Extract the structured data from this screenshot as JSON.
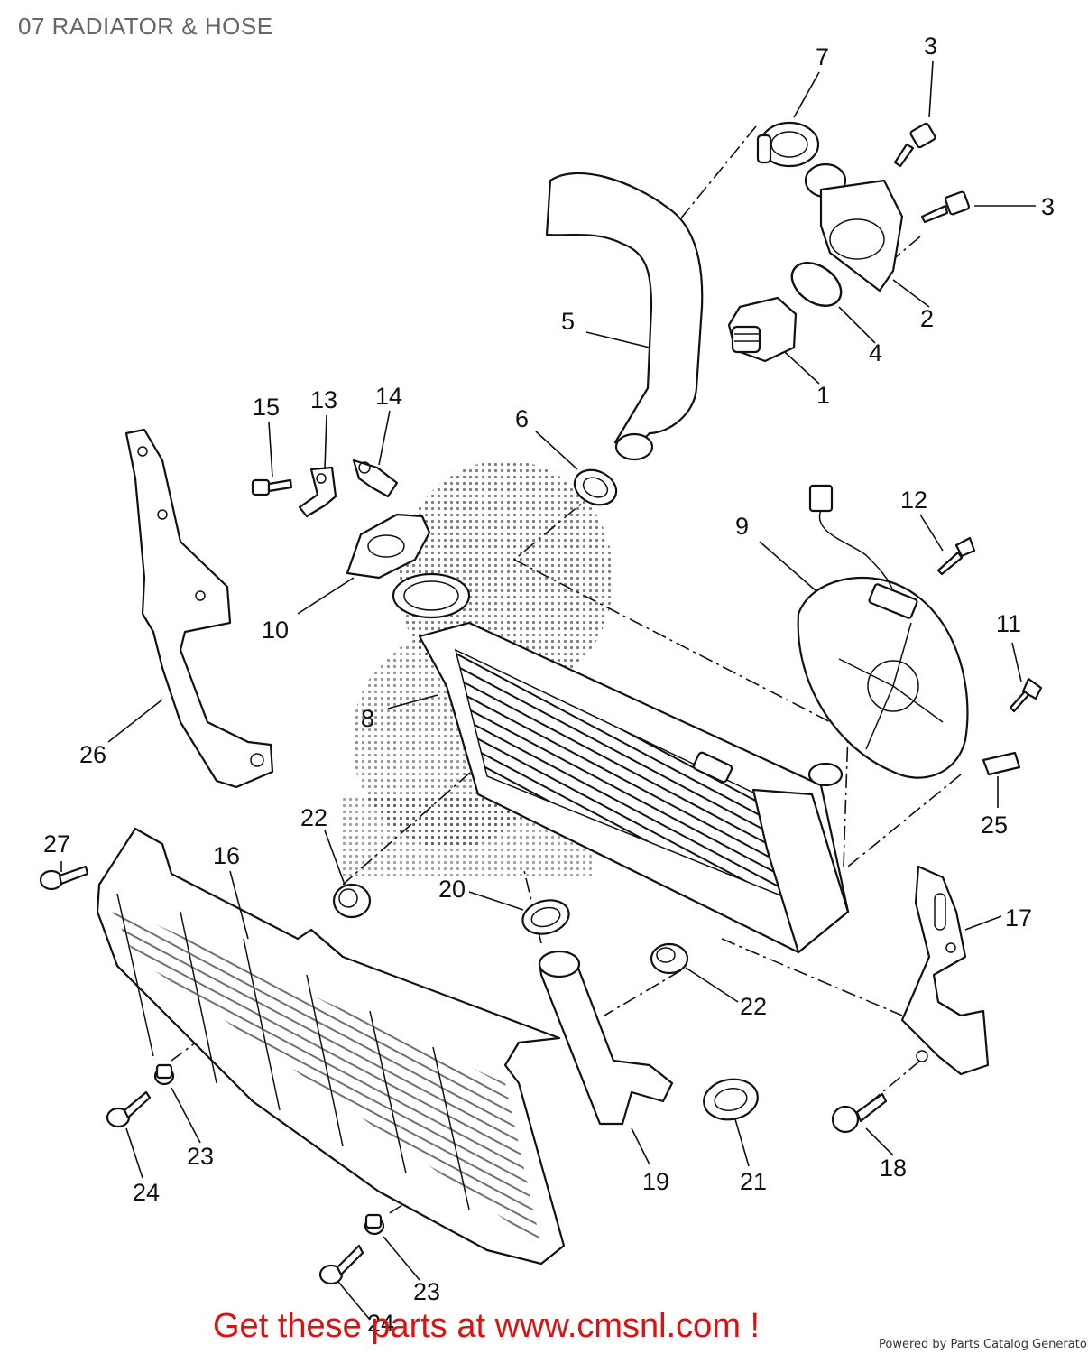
{
  "page": {
    "title": "07 RADIATOR & HOSE",
    "cta": "Get these parts at www.cmsnl.com !",
    "powered_by": "Powered by Parts Catalog Generator"
  },
  "callouts": [
    "1",
    "2",
    "3",
    "3",
    "4",
    "5",
    "6",
    "7",
    "8",
    "9",
    "10",
    "11",
    "12",
    "13",
    "14",
    "15",
    "16",
    "17",
    "18",
    "19",
    "20",
    "21",
    "22",
    "22",
    "23",
    "23",
    "24",
    "24",
    "25",
    "26",
    "27"
  ]
}
